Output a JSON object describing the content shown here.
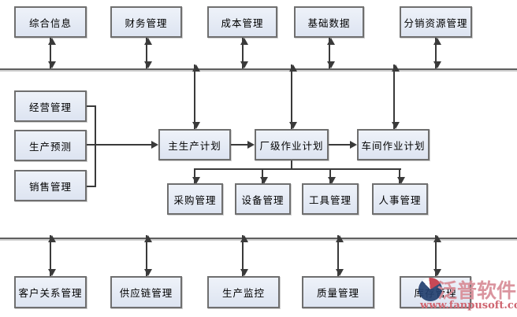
{
  "diagram": {
    "top_row": [
      {
        "label": "综合信息"
      },
      {
        "label": "财务管理"
      },
      {
        "label": "成本管理"
      },
      {
        "label": "基础数据"
      },
      {
        "label": "分销资源管理"
      }
    ],
    "left_column": [
      {
        "label": "经营管理"
      },
      {
        "label": "生产预测"
      },
      {
        "label": "销售管理"
      }
    ],
    "plan_row": [
      {
        "label": "主生产计划"
      },
      {
        "label": "厂级作业计划"
      },
      {
        "label": "车间作业计划"
      }
    ],
    "support_row": [
      {
        "label": "采购管理"
      },
      {
        "label": "设备管理"
      },
      {
        "label": "工具管理"
      },
      {
        "label": "人事管理"
      }
    ],
    "bottom_row": [
      {
        "label": "客户关系管理"
      },
      {
        "label": "供应链管理"
      },
      {
        "label": "生产监控"
      },
      {
        "label": "质量管理"
      },
      {
        "label": "库存管理"
      }
    ],
    "watermark": {
      "brand": "泛普软件",
      "url": "www.fanpusoft.com"
    },
    "colors": {
      "box_fill_top": "#eef2f9",
      "box_fill_bottom": "#dde4f1",
      "box_border": "#6f6f6f",
      "line": "#3a3a3a",
      "bus_line": "#5f5f5f",
      "watermark_pink": "#d98f99",
      "watermark_red": "#cf6570",
      "logo_navy": "#24406f",
      "logo_red": "#c43a48"
    }
  }
}
